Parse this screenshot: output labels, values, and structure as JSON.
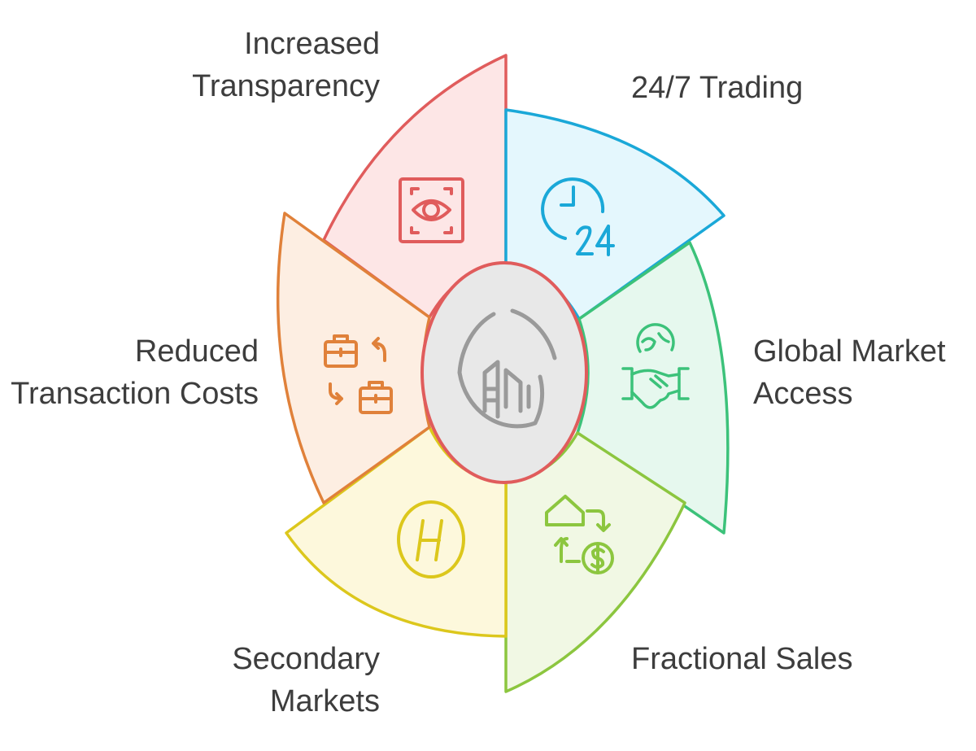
{
  "segments": [
    {
      "id": "transparency",
      "lines": [
        "Increased",
        "Transparency"
      ],
      "icon": "eye-icon",
      "stroke": "#e05c5c",
      "fill": "#fde6e6"
    },
    {
      "id": "trading",
      "lines": [
        "24/7 Trading"
      ],
      "icon": "clock-24-icon",
      "stroke": "#1aa8d8",
      "fill": "#e4f7fd"
    },
    {
      "id": "global",
      "lines": [
        "Global Market",
        "Access"
      ],
      "icon": "globe-handshake-icon",
      "stroke": "#3cc27a",
      "fill": "#e6f8ee"
    },
    {
      "id": "fractional",
      "lines": [
        "Fractional Sales"
      ],
      "icon": "house-dollar-exchange-icon",
      "stroke": "#8cc63f",
      "fill": "#f1f8e4"
    },
    {
      "id": "secondary",
      "lines": [
        "Secondary",
        "Markets"
      ],
      "icon": "h-coin-icon",
      "stroke": "#dcc71c",
      "fill": "#fdf8dc"
    },
    {
      "id": "costs",
      "lines": [
        "Reduced",
        "Transaction Costs"
      ],
      "icon": "briefcase-exchange-icon",
      "stroke": "#e0813a",
      "fill": "#fdeee2"
    }
  ],
  "center": {
    "icon": "city-chart-icon",
    "stroke": "#9a9a9a",
    "fill": "#e8e8e8"
  }
}
